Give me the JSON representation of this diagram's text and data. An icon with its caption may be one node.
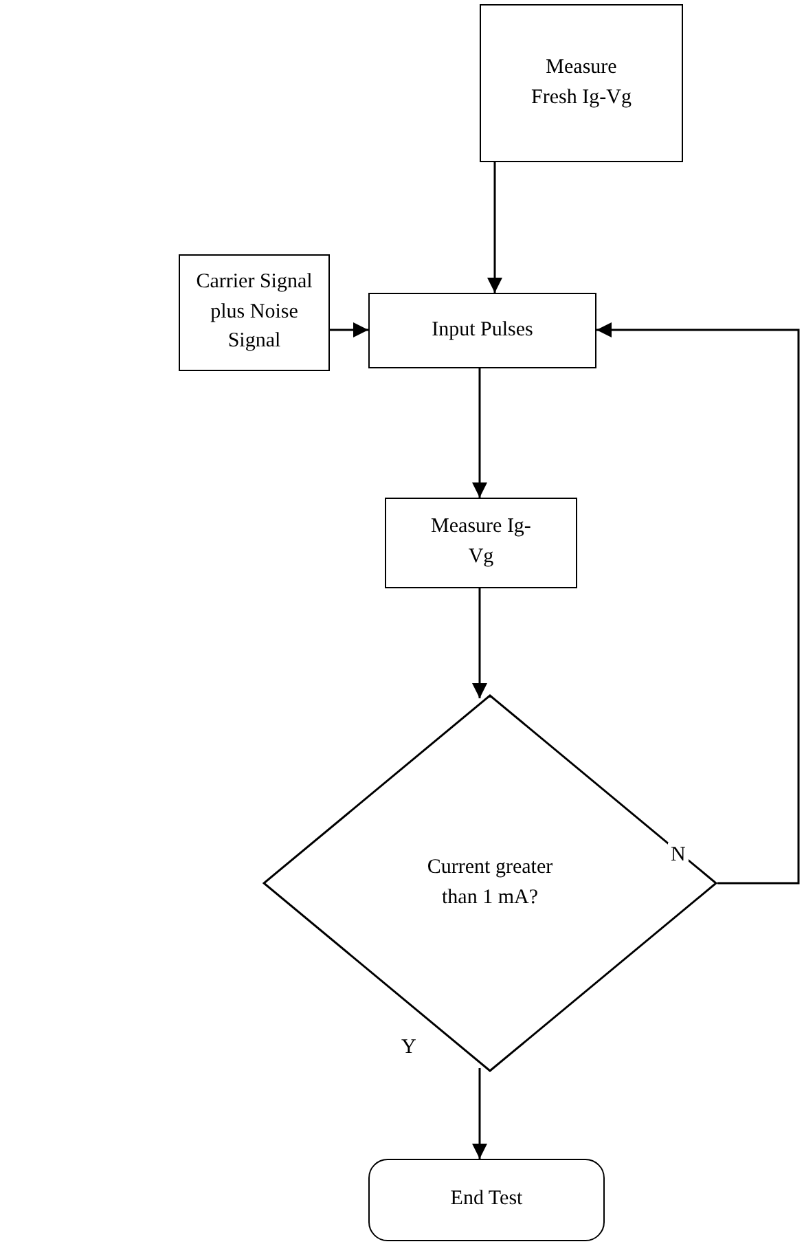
{
  "diagram": {
    "nodes": [
      {
        "text": [
          "Measure Fresh Ig-Vg"
        ]
      },
      {
        "text": [
          "Carrier Signal plus Noise Signal"
        ]
      },
      {
        "text": [
          "Input Pulses"
        ]
      },
      {
        "text": [
          "Measure Ig-Vg"
        ]
      },
      {
        "text": [
          "Current greater than 1 mA?"
        ]
      },
      {
        "text": [
          "End Test"
        ]
      }
    ],
    "edges": [
      {
        "from": 0,
        "to": 2,
        "arrow": "to"
      },
      {
        "from": 1,
        "to": 2,
        "arrow": "to"
      },
      {
        "from": 2,
        "to": 3,
        "arrow": "to"
      },
      {
        "from": 3,
        "to": 4,
        "arrow": "to"
      },
      {
        "from": 4,
        "to": 2,
        "arrow": "to",
        "label": "N"
      },
      {
        "from": 4,
        "to": 5,
        "arrow": "to",
        "label": "Y"
      }
    ]
  }
}
